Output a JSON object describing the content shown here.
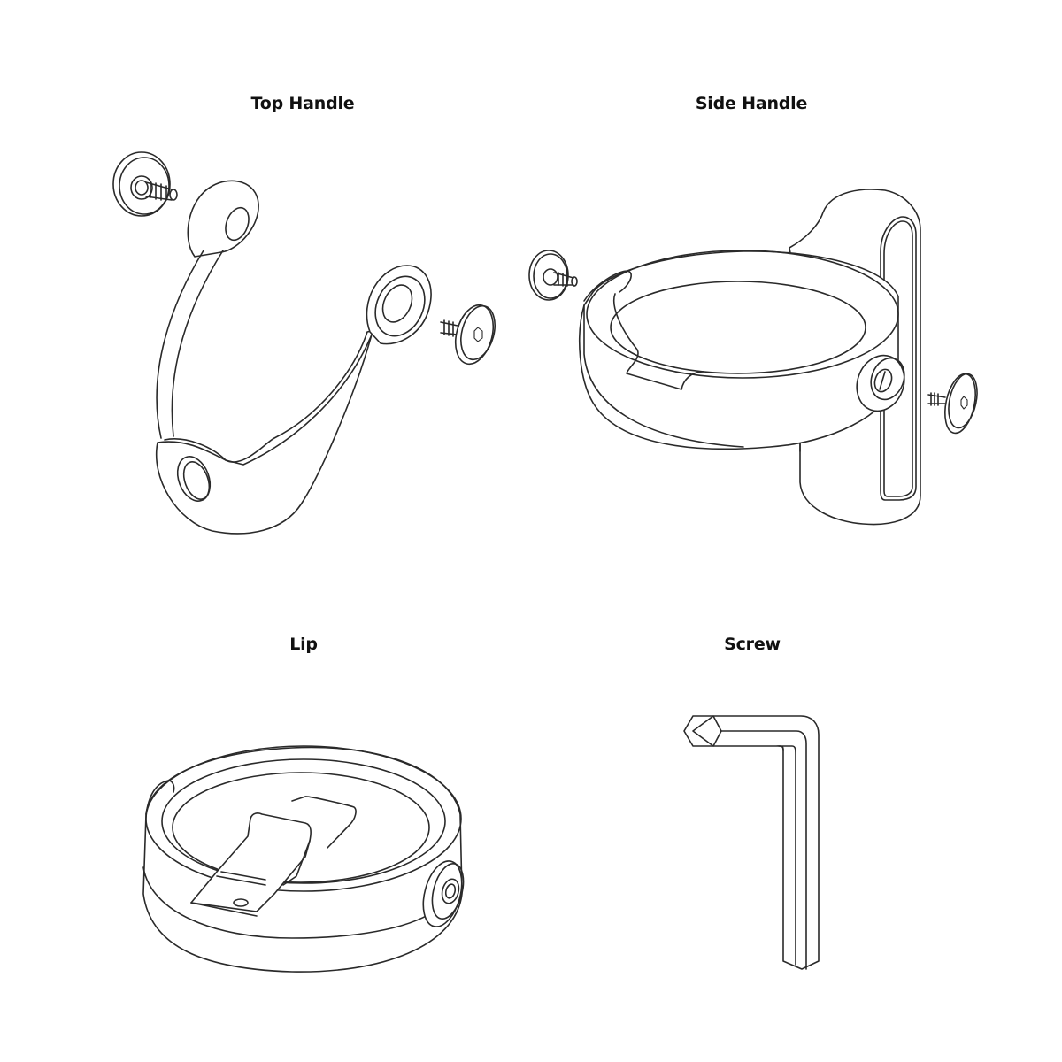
{
  "panels": [
    {
      "id": "top-handle",
      "label": "Top Handle",
      "parts": [
        "handle",
        "screw",
        "screw"
      ]
    },
    {
      "id": "side-handle",
      "label": "Side Handle",
      "parts": [
        "ring-handle",
        "screw",
        "screw"
      ]
    },
    {
      "id": "lip",
      "label": "Lip",
      "parts": [
        "lid"
      ]
    },
    {
      "id": "screw",
      "label": "Screw",
      "parts": [
        "hex-key"
      ]
    }
  ],
  "style": {
    "line_color": "#2a2a2a",
    "background": "#ffffff",
    "label_color": "#111111"
  }
}
